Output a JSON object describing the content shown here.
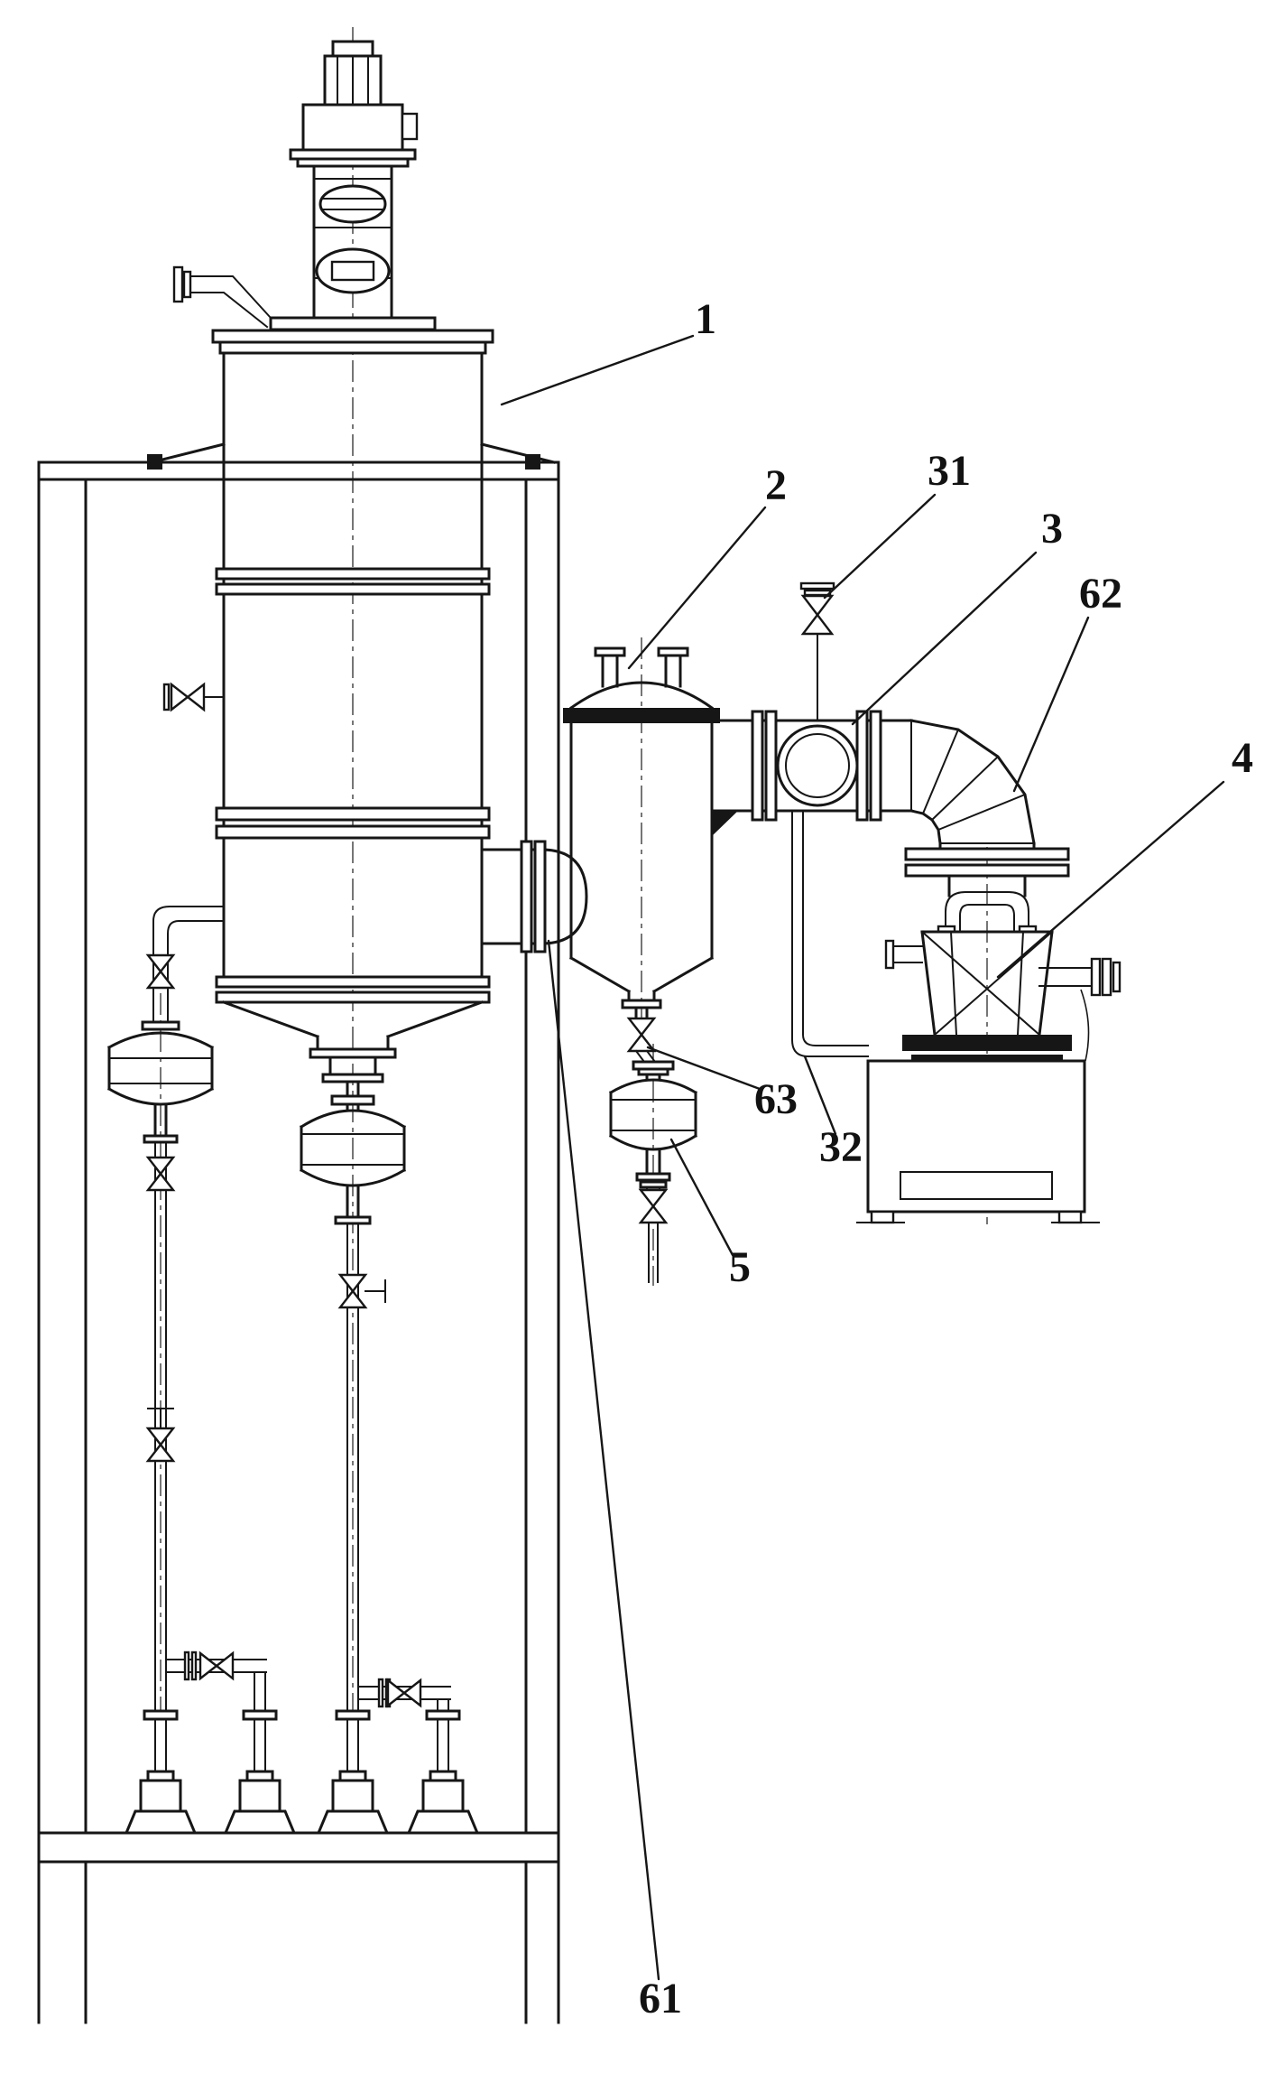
{
  "figure": {
    "kind": "patent-style process equipment line drawing",
    "labels": [
      {
        "id": "1",
        "text": "1"
      },
      {
        "id": "2",
        "text": "2"
      },
      {
        "id": "31",
        "text": "31"
      },
      {
        "id": "3",
        "text": "3"
      },
      {
        "id": "62",
        "text": "62"
      },
      {
        "id": "4",
        "text": "4"
      },
      {
        "id": "63",
        "text": "63"
      },
      {
        "id": "32",
        "text": "32"
      },
      {
        "id": "5",
        "text": "5"
      },
      {
        "id": "61",
        "text": "61"
      }
    ]
  },
  "colors": {
    "ink": "#161616",
    "background": "#ffffff"
  }
}
